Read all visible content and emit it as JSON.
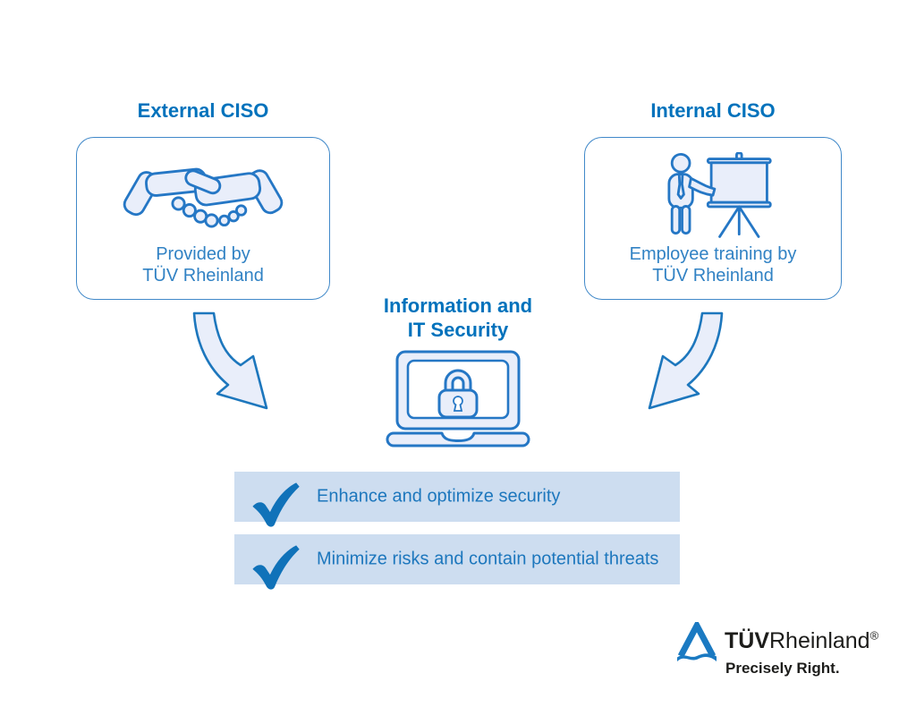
{
  "diagram": {
    "left_column": {
      "title": "External CISO",
      "icon": "handshake-icon",
      "caption_line1": "Provided by",
      "caption_line2": "TÜV Rheinland"
    },
    "right_column": {
      "title": "Internal CISO",
      "icon": "trainer-presentation-icon",
      "caption_line1": "Employee training by",
      "caption_line2": "TÜV Rheinland"
    },
    "center": {
      "title_line1": "Information and",
      "title_line2": "IT Security",
      "icon": "laptop-lock-icon"
    },
    "benefits": [
      {
        "icon": "checkmark-icon",
        "label": "Enhance and optimize security"
      },
      {
        "icon": "checkmark-icon",
        "label": "Minimize risks and contain potential threats"
      }
    ]
  },
  "branding": {
    "logo_icon": "tuv-rheinland-triangle-logo",
    "brand_bold": "TÜV",
    "brand_regular": "Rheinland",
    "registered": "®",
    "tagline": "Precisely Right."
  },
  "colors": {
    "heading_blue": "#0072bc",
    "body_text_blue": "#3182c4",
    "bar_text_blue": "#1d77bd",
    "icon_stroke_blue": "#2577c5",
    "icon_fill_light": "#e9eefa",
    "bar_background": "#cdddf0",
    "checkmark_blue": "#1072b9",
    "logo_blue": "#1b7ac2",
    "logo_text_black": "#1d1d1b"
  }
}
